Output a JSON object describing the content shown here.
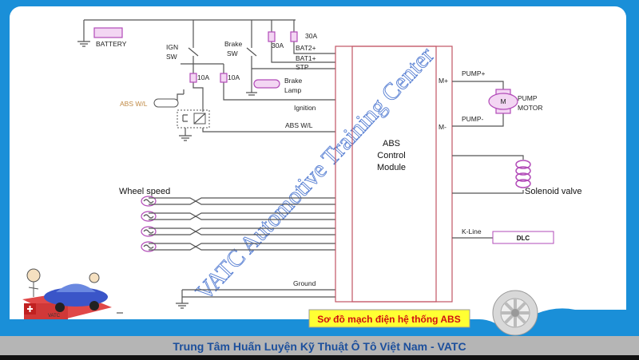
{
  "diagram": {
    "labels": {
      "battery": "BATTERY",
      "ign_sw_1": "IGN",
      "ign_sw_2": "SW",
      "brake_sw_1": "Brake",
      "brake_sw_2": "SW",
      "fuse_30a_1": "30A",
      "fuse_30a_2": "30A",
      "fuse_10a_1": "10A",
      "fuse_10a_2": "10A",
      "bat2": "BAT2+",
      "bat1": "BAT1+",
      "stp": "STP",
      "brake_lamp_1": "Brake",
      "brake_lamp_2": "Lamp",
      "abs_wl_lamp": "ABS W/L",
      "ignition": "Ignition",
      "abs_wl": "ABS W/L",
      "wheel_speed": "Wheel speed",
      "ground": "Ground",
      "module_1": "ABS",
      "module_2": "Control",
      "module_3": "Module",
      "m_plus": "M+",
      "m_minus": "M-",
      "pump_plus": "PUMP+",
      "pump_minus": "PUMP-",
      "motor": "M",
      "pump_motor_1": "PUMP",
      "pump_motor_2": "MOTOR",
      "solenoid": "Solenoid valve",
      "kline": "K-Line",
      "dlc": "DLC"
    },
    "caption": "Sơ đồ mạch điện hệ thống ABS",
    "watermark": "VATC Automotive Training Center",
    "footer": "Trung  Tâm Huấn Luyện Kỹ Thuật Ô Tô Việt Nam - VATC",
    "logo_text": "VATC"
  },
  "colors": {
    "frame": "#1a8fd8",
    "wire": "#555555",
    "component": "#b24bb8",
    "module": "#c25565",
    "caption_bg": "#ffff33",
    "caption_text": "#d01010"
  }
}
